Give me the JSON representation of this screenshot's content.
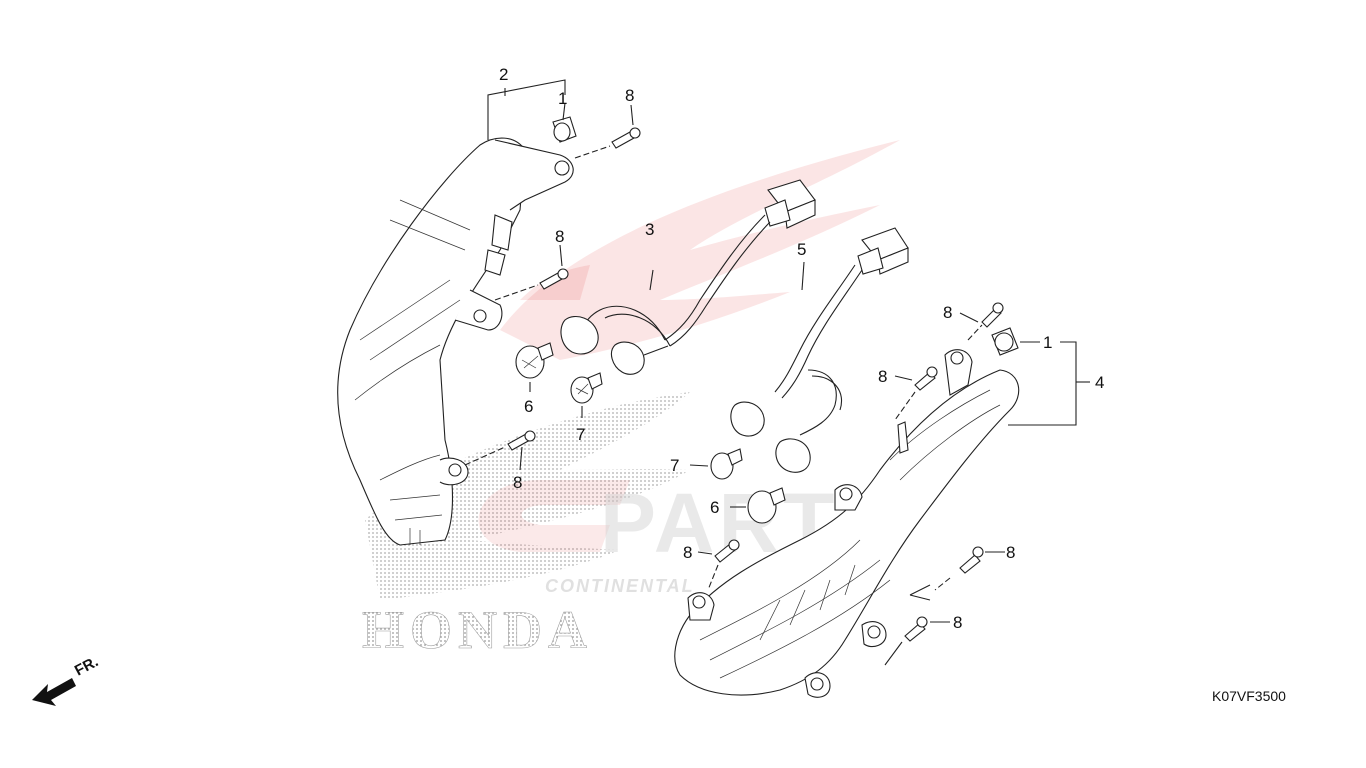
{
  "diagram": {
    "code": "K07VF3500",
    "front_label": "FR.",
    "callouts": {
      "c1_left": "1",
      "c1_right": "1",
      "c2": "2",
      "c3": "3",
      "c4": "4",
      "c5": "5",
      "c6_left": "6",
      "c6_right": "6",
      "c7_left": "7",
      "c7_right": "7",
      "c8_a": "8",
      "c8_b": "8",
      "c8_c": "8",
      "c8_d": "8",
      "c8_e": "8",
      "c8_f": "8",
      "c8_g": "8",
      "c8_h": "8"
    },
    "watermark": {
      "brand": "PARTS",
      "tagline": "CONTINENTAL",
      "logo_text": "HONDA",
      "accent_color": "#e04848"
    }
  }
}
